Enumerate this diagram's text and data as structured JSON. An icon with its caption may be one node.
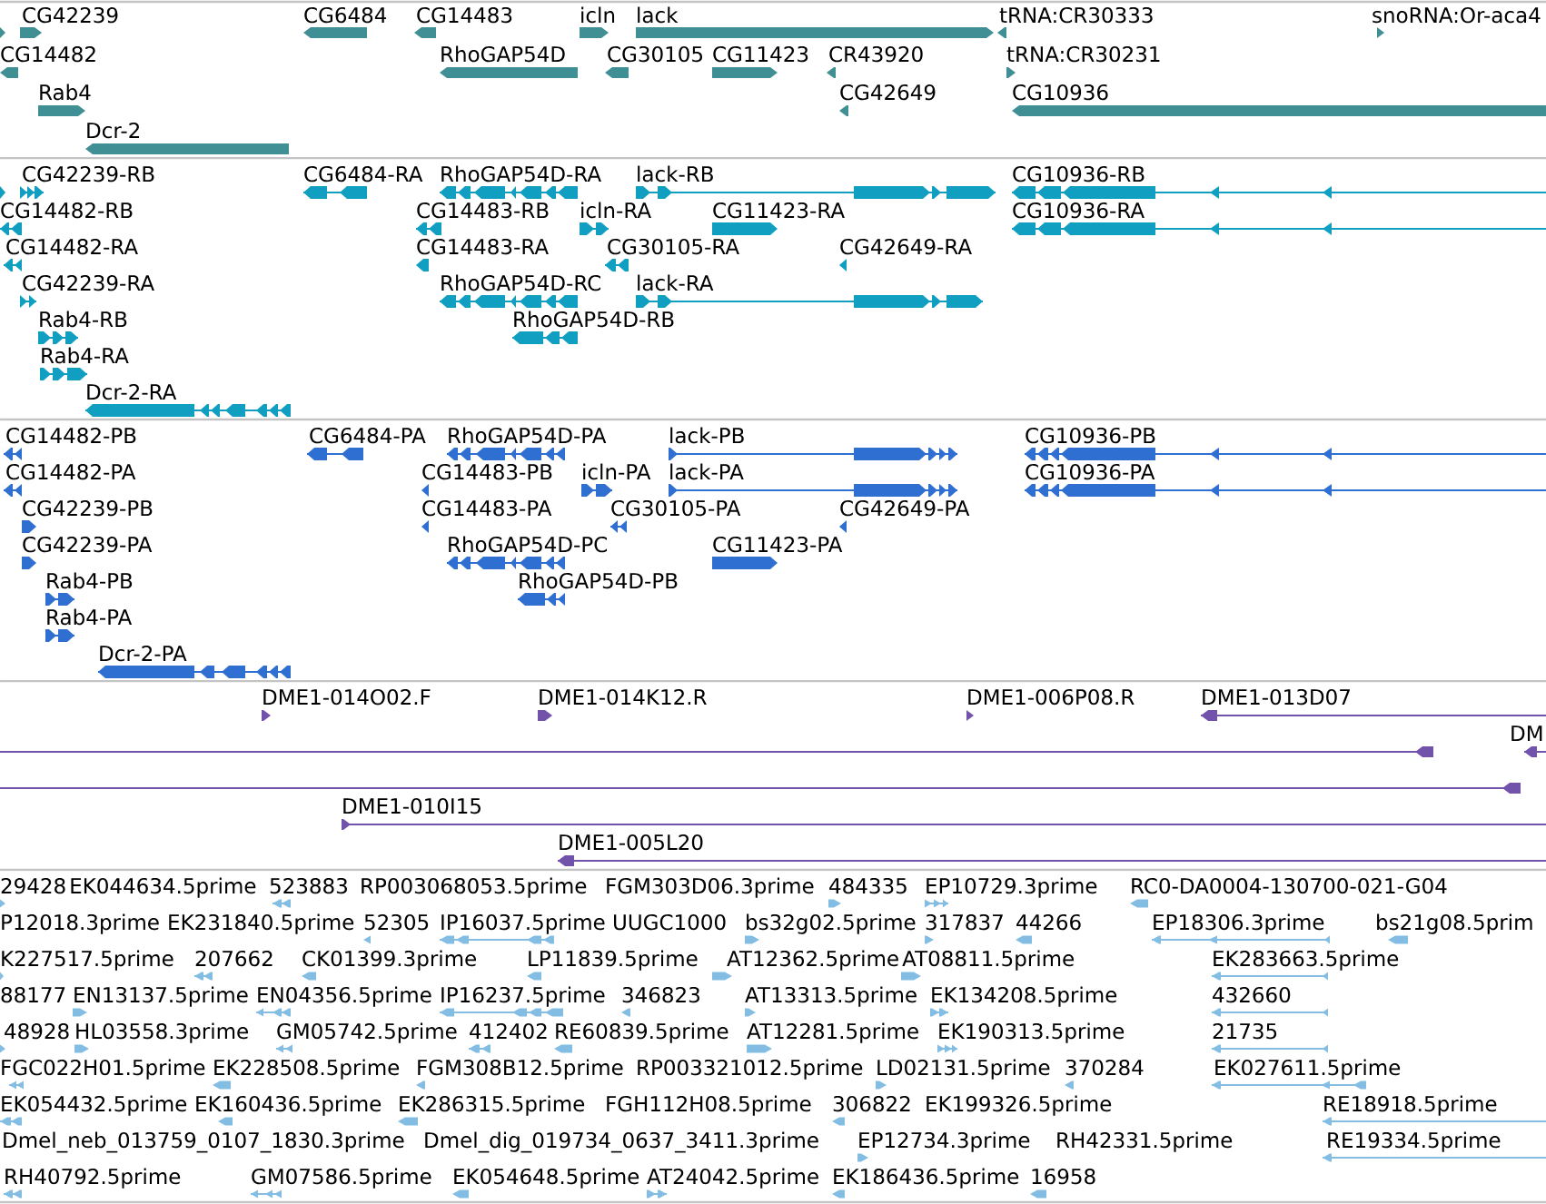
{
  "diagram": {
    "labels": [
      "CG42239",
      "CG6484",
      "CG14483",
      "icln",
      "lack",
      "tRNA:CR30333",
      "snoRNA:Or-aca4",
      "CG14482",
      "RhoGAP54D",
      "CG30105",
      "CG11423",
      "CR43920",
      "tRNA:CR30231",
      "Rab4",
      "CG42649",
      "CG10936",
      "Dcr-2",
      "CG42239-RB",
      "CG6484-RA",
      "RhoGAP54D-RA",
      "lack-RB",
      "CG10936-RB",
      "CG14482-RB",
      "CG14483-RB",
      "icln-RA",
      "CG11423-RA",
      "CG10936-RA",
      "CG14482-RA",
      "CG14483-RA",
      "CG30105-RA",
      "CG42649-RA",
      "CG42239-RA",
      "RhoGAP54D-RC",
      "lack-RA",
      "Rab4-RB",
      "RhoGAP54D-RB",
      "Rab4-RA",
      "Dcr-2-RA",
      "CG14482-PB",
      "CG6484-PA",
      "RhoGAP54D-PA",
      "lack-PB",
      "CG10936-PB",
      "CG14482-PA",
      "CG14483-PB",
      "icln-PA",
      "lack-PA",
      "CG10936-PA",
      "CG42239-PB",
      "CG14483-PA",
      "CG30105-PA",
      "CG42649-PA",
      "CG42239-PA",
      "RhoGAP54D-PC",
      "CG11423-PA",
      "Rab4-PB",
      "RhoGAP54D-PB",
      "Rab4-PA",
      "Dcr-2-PA",
      "DME1-014O02.F",
      "DME1-014K12.R",
      "DME1-006P08.R",
      "DME1-013D07",
      "DM",
      "DME1-010I15",
      "DME1-005L20",
      "29428",
      "EK044634.5prime",
      "523883",
      "RP003068053.5prime",
      "FGM303D06.3prime",
      "484335",
      "EP10729.3prime",
      "RC0-DA0004-130700-021-G04",
      "P12018.3prime",
      "EK231840.5prime",
      "52305",
      "IP16037.5prime",
      "UUGC1000",
      "bs32g02.5prime",
      "317837",
      "44266",
      "EP18306.3prime",
      "bs21g08.5prim",
      "K227517.5prime",
      "207662",
      "CK01399.3prime",
      "LP11839.5prime",
      "AT12362.5prime",
      "AT08811.5prime",
      "EK283663.5prime",
      "88177",
      "EN13137.5prime",
      "EN04356.5prime",
      "IP16237.5prime",
      "346823",
      "AT13313.5prime",
      "EK134208.5prime",
      "432660",
      "48928",
      "HL03558.3prime",
      "GM05742.5prime",
      "412402",
      "RE60839.5prime",
      "AT12281.5prime",
      "EK190313.5prime",
      "21735",
      "FGC022H01.5prime",
      "EK228508.5prime",
      "FGM308B12.5prime",
      "RP003321012.5prime",
      "LD02131.5prime",
      "370284",
      "EK027611.5prime",
      "EK054432.5prime",
      "EK160436.5prime",
      "EK286315.5prime",
      "FGH112H08.5prime",
      "306822",
      "EK199326.5prime",
      "RE18918.5prime",
      "Dmel_neb_013759_0107_1830.3prime",
      "Dmel_dig_019734_0637_3411.3prime",
      "EP12734.3prime",
      "RH42331.5prime",
      "RE19334.5prime",
      "RH40792.5prime",
      "GM07586.5prime",
      "EK054648.5prime",
      "AT24042.5prime",
      "EK186436.5prime",
      "16958"
    ]
  }
}
